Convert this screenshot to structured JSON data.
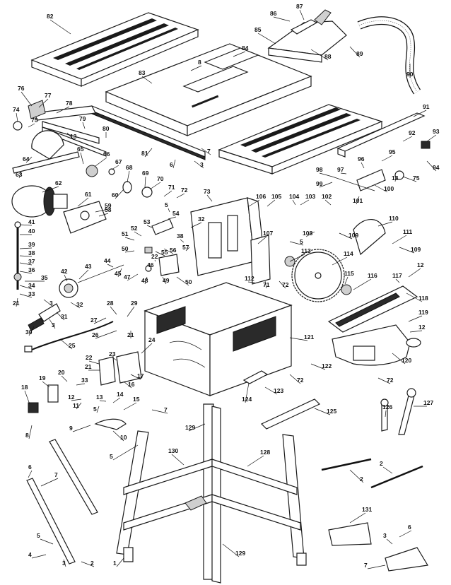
{
  "diagram": {
    "type": "exploded-parts-view",
    "colors": {
      "ink": "#111111",
      "paper": "#ffffff",
      "shade": "#cfcfcf"
    },
    "callouts": [
      {
        "key": "c82",
        "text": "82"
      },
      {
        "key": "c8a",
        "text": "8"
      },
      {
        "key": "c83",
        "text": "83"
      },
      {
        "key": "c84",
        "text": "84"
      },
      {
        "key": "c85",
        "text": "85"
      },
      {
        "key": "c86",
        "text": "86"
      },
      {
        "key": "c87",
        "text": "87"
      },
      {
        "key": "c88",
        "text": "88"
      },
      {
        "key": "c89",
        "text": "89"
      },
      {
        "key": "c90",
        "text": "90"
      },
      {
        "key": "c76",
        "text": "76"
      },
      {
        "key": "c77",
        "text": "77"
      },
      {
        "key": "c78",
        "text": "78"
      },
      {
        "key": "c74",
        "text": "74"
      },
      {
        "key": "c75a",
        "text": "75"
      },
      {
        "key": "c79",
        "text": "79"
      },
      {
        "key": "c13a",
        "text": "13"
      },
      {
        "key": "c80",
        "text": "80"
      },
      {
        "key": "c81",
        "text": "81"
      },
      {
        "key": "c7a",
        "text": "7"
      },
      {
        "key": "c6a",
        "text": "6"
      },
      {
        "key": "c3a",
        "text": "3"
      },
      {
        "key": "c91",
        "text": "91"
      },
      {
        "key": "c92",
        "text": "92"
      },
      {
        "key": "c93",
        "text": "93"
      },
      {
        "key": "c94",
        "text": "94"
      },
      {
        "key": "c95",
        "text": "95"
      },
      {
        "key": "c96",
        "text": "96"
      },
      {
        "key": "c97",
        "text": "97"
      },
      {
        "key": "c98",
        "text": "98"
      },
      {
        "key": "c99",
        "text": "99"
      },
      {
        "key": "c100",
        "text": "100"
      },
      {
        "key": "c101",
        "text": "101"
      },
      {
        "key": "c13b",
        "text": "13"
      },
      {
        "key": "c75b",
        "text": "75"
      },
      {
        "key": "c64",
        "text": "64"
      },
      {
        "key": "c63",
        "text": "63"
      },
      {
        "key": "c65",
        "text": "65"
      },
      {
        "key": "c66",
        "text": "66"
      },
      {
        "key": "c67",
        "text": "67"
      },
      {
        "key": "c68",
        "text": "68"
      },
      {
        "key": "c69",
        "text": "69"
      },
      {
        "key": "c70",
        "text": "70"
      },
      {
        "key": "c71a",
        "text": "71"
      },
      {
        "key": "c72a",
        "text": "72"
      },
      {
        "key": "c73",
        "text": "73"
      },
      {
        "key": "c62",
        "text": "62"
      },
      {
        "key": "c61",
        "text": "61"
      },
      {
        "key": "c60",
        "text": "60"
      },
      {
        "key": "c59",
        "text": "59"
      },
      {
        "key": "c58",
        "text": "58"
      },
      {
        "key": "c5a",
        "text": "5"
      },
      {
        "key": "c54",
        "text": "54"
      },
      {
        "key": "c53",
        "text": "53"
      },
      {
        "key": "c106",
        "text": "106"
      },
      {
        "key": "c105",
        "text": "105"
      },
      {
        "key": "c104",
        "text": "104"
      },
      {
        "key": "c103",
        "text": "103"
      },
      {
        "key": "c102",
        "text": "102"
      },
      {
        "key": "c110",
        "text": "110"
      },
      {
        "key": "c41",
        "text": "41"
      },
      {
        "key": "c40",
        "text": "40"
      },
      {
        "key": "c39",
        "text": "39"
      },
      {
        "key": "c38a",
        "text": "38"
      },
      {
        "key": "c37",
        "text": "37"
      },
      {
        "key": "c36",
        "text": "36"
      },
      {
        "key": "c35",
        "text": "35"
      },
      {
        "key": "c34",
        "text": "34"
      },
      {
        "key": "c33a",
        "text": "33"
      },
      {
        "key": "c21a",
        "text": "21"
      },
      {
        "key": "c3b",
        "text": "3"
      },
      {
        "key": "c52",
        "text": "52"
      },
      {
        "key": "c51",
        "text": "51"
      },
      {
        "key": "c50a",
        "text": "50"
      },
      {
        "key": "c32a",
        "text": "32"
      },
      {
        "key": "c38b",
        "text": "38"
      },
      {
        "key": "c57",
        "text": "57"
      },
      {
        "key": "c56",
        "text": "56"
      },
      {
        "key": "c55",
        "text": "55"
      },
      {
        "key": "c22a",
        "text": "22"
      },
      {
        "key": "c46",
        "text": "46"
      },
      {
        "key": "c47",
        "text": "47"
      },
      {
        "key": "c48",
        "text": "48"
      },
      {
        "key": "c49",
        "text": "49"
      },
      {
        "key": "c50b",
        "text": "50"
      },
      {
        "key": "c45",
        "text": "45"
      },
      {
        "key": "c44",
        "text": "44"
      },
      {
        "key": "c43",
        "text": "43"
      },
      {
        "key": "c42",
        "text": "42"
      },
      {
        "key": "c107",
        "text": "107"
      },
      {
        "key": "c5b",
        "text": "5"
      },
      {
        "key": "c108",
        "text": "108"
      },
      {
        "key": "c109a",
        "text": "109"
      },
      {
        "key": "c111",
        "text": "111"
      },
      {
        "key": "c109b",
        "text": "109"
      },
      {
        "key": "c113",
        "text": "113"
      },
      {
        "key": "c114",
        "text": "114"
      },
      {
        "key": "c115",
        "text": "115"
      },
      {
        "key": "c116",
        "text": "116"
      },
      {
        "key": "c117",
        "text": "117"
      },
      {
        "key": "c12a",
        "text": "12"
      },
      {
        "key": "c118",
        "text": "118"
      },
      {
        "key": "c112",
        "text": "112"
      },
      {
        "key": "c71b",
        "text": "71"
      },
      {
        "key": "c72b",
        "text": "72"
      },
      {
        "key": "c32b",
        "text": "32"
      },
      {
        "key": "c31",
        "text": "31"
      },
      {
        "key": "c30",
        "text": "30"
      },
      {
        "key": "c3c",
        "text": "3"
      },
      {
        "key": "c27",
        "text": "27"
      },
      {
        "key": "c28",
        "text": "28"
      },
      {
        "key": "c29",
        "text": "29"
      },
      {
        "key": "c26",
        "text": "26"
      },
      {
        "key": "c21b",
        "text": "21"
      },
      {
        "key": "c119",
        "text": "119"
      },
      {
        "key": "c12b",
        "text": "12"
      },
      {
        "key": "c121",
        "text": "121"
      },
      {
        "key": "c25",
        "text": "25"
      },
      {
        "key": "c24",
        "text": "24"
      },
      {
        "key": "c23",
        "text": "23"
      },
      {
        "key": "c22b",
        "text": "22"
      },
      {
        "key": "c21c",
        "text": "21"
      },
      {
        "key": "c20",
        "text": "20"
      },
      {
        "key": "c19",
        "text": "19"
      },
      {
        "key": "c33b",
        "text": "33"
      },
      {
        "key": "c17",
        "text": "17"
      },
      {
        "key": "c16",
        "text": "16"
      },
      {
        "key": "c122",
        "text": "122"
      },
      {
        "key": "c120",
        "text": "120"
      },
      {
        "key": "c72c",
        "text": "72"
      },
      {
        "key": "c72d",
        "text": "72"
      },
      {
        "key": "c18",
        "text": "18"
      },
      {
        "key": "c11",
        "text": "11"
      },
      {
        "key": "c12c",
        "text": "12"
      },
      {
        "key": "c13c",
        "text": "13"
      },
      {
        "key": "c14",
        "text": "14"
      },
      {
        "key": "c5c",
        "text": "5"
      },
      {
        "key": "c15",
        "text": "15"
      },
      {
        "key": "c7b",
        "text": "7"
      },
      {
        "key": "c123",
        "text": "123"
      },
      {
        "key": "c124",
        "text": "124"
      },
      {
        "key": "c125",
        "text": "125"
      },
      {
        "key": "c8b",
        "text": "8"
      },
      {
        "key": "c9",
        "text": "9"
      },
      {
        "key": "c10",
        "text": "10"
      },
      {
        "key": "c126",
        "text": "126"
      },
      {
        "key": "c127",
        "text": "127"
      },
      {
        "key": "c129a",
        "text": "129"
      },
      {
        "key": "c5d",
        "text": "5"
      },
      {
        "key": "c130",
        "text": "130"
      },
      {
        "key": "c128",
        "text": "128"
      },
      {
        "key": "c2a",
        "text": "2"
      },
      {
        "key": "c2b",
        "text": "2"
      },
      {
        "key": "c6b",
        "text": "6"
      },
      {
        "key": "c7c",
        "text": "7"
      },
      {
        "key": "c131",
        "text": "131"
      },
      {
        "key": "c5e",
        "text": "5"
      },
      {
        "key": "c4",
        "text": "4"
      },
      {
        "key": "c3d",
        "text": "3"
      },
      {
        "key": "c2c",
        "text": "2"
      },
      {
        "key": "c1",
        "text": "1"
      },
      {
        "key": "c129b",
        "text": "129"
      },
      {
        "key": "c3e",
        "text": "3"
      },
      {
        "key": "c6c",
        "text": "6"
      },
      {
        "key": "c7d",
        "text": "7"
      }
    ]
  }
}
